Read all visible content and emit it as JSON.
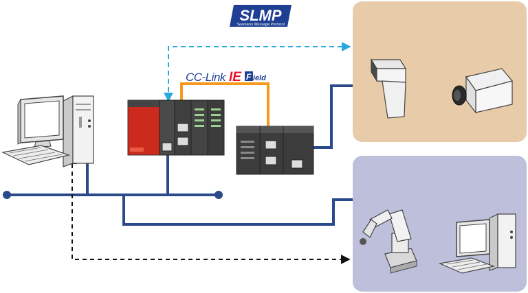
{
  "logos": {
    "slmp": {
      "text": "SLMP",
      "tagline": "Seamless Message Protocol",
      "color": "#1e3f93"
    },
    "cclink": {
      "prefix": "CC-Link",
      "ie": "IE",
      "badge": "F",
      "suffix": "ield",
      "color": "#1e3f93",
      "accent": "#e8102a"
    }
  },
  "colors": {
    "ethernet": "#2a4a8c",
    "cclink_cable": "#f59a1d",
    "slmp_arrow": "#29a8e0",
    "lan_arrow": "#111111",
    "zone_top": "#e8ccaa",
    "zone_bottom": "#bdbfdb",
    "plc_red": "#cc2a1c",
    "device_dark": "#3c3c3c"
  },
  "zones": [
    {
      "name": "vision-devices",
      "devices": [
        "code-reader-icon",
        "camera-icon"
      ]
    },
    {
      "name": "robot-and-pc",
      "devices": [
        "robot-arm-icon",
        "desktop-pc-icon"
      ]
    }
  ]
}
